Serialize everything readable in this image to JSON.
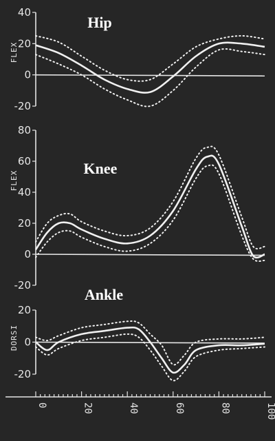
{
  "chart_data": [
    {
      "type": "line",
      "title": "Hip",
      "ylabel": "FLEX",
      "ylim": [
        -20,
        40
      ],
      "yticks": [
        "40",
        "20",
        "0",
        "-20"
      ],
      "x": [
        0,
        10,
        20,
        30,
        40,
        50,
        60,
        70,
        80,
        90,
        100
      ],
      "series": [
        {
          "role": "mean",
          "values": [
            19,
            14,
            6,
            -3,
            -9,
            -11,
            -1,
            12,
            20,
            20,
            18
          ]
        },
        {
          "role": "upper",
          "values": [
            25,
            21,
            12,
            3,
            -3,
            -3,
            7,
            18,
            23,
            25,
            23
          ]
        },
        {
          "role": "lower",
          "values": [
            13,
            7,
            0,
            -9,
            -16,
            -20,
            -10,
            5,
            16,
            15,
            13
          ]
        }
      ]
    },
    {
      "type": "line",
      "title": "Knee",
      "ylabel": "FLEX",
      "ylim": [
        -20,
        80
      ],
      "yticks": [
        "80",
        "60",
        "40",
        "20",
        "0",
        "-20"
      ],
      "x": [
        0,
        5,
        10,
        15,
        20,
        30,
        40,
        50,
        60,
        70,
        75,
        80,
        90,
        95,
        100
      ],
      "series": [
        {
          "role": "mean",
          "values": [
            3,
            14,
            20,
            20,
            16,
            10,
            7,
            12,
            28,
            55,
            63,
            58,
            18,
            -1,
            0
          ]
        },
        {
          "role": "upper",
          "values": [
            8,
            20,
            25,
            26,
            21,
            15,
            12,
            17,
            34,
            62,
            69,
            64,
            24,
            5,
            5
          ]
        },
        {
          "role": "lower",
          "values": [
            -2,
            8,
            14,
            15,
            11,
            5,
            2,
            7,
            22,
            49,
            57,
            52,
            12,
            -3,
            -4
          ]
        }
      ]
    },
    {
      "type": "line",
      "title": "Ankle",
      "ylabel": "DORSI",
      "ylim": [
        -20,
        20
      ],
      "yticks": [
        "20",
        "0",
        "-20"
      ],
      "x": [
        0,
        5,
        10,
        20,
        30,
        40,
        45,
        50,
        55,
        60,
        65,
        70,
        80,
        90,
        100
      ],
      "series": [
        {
          "role": "mean",
          "values": [
            0,
            -5,
            0,
            5,
            7,
            9,
            8,
            0,
            -10,
            -19,
            -14,
            -5,
            -2,
            -2,
            -1
          ]
        },
        {
          "role": "upper",
          "values": [
            3,
            1,
            4,
            9,
            11,
            13,
            12,
            5,
            -2,
            -14,
            -8,
            0,
            2,
            2,
            3
          ]
        },
        {
          "role": "lower",
          "values": [
            -3,
            -8,
            -4,
            1,
            3,
            5,
            3,
            -5,
            -15,
            -24,
            -18,
            -9,
            -5,
            -4,
            -3
          ]
        }
      ]
    }
  ],
  "x_axis": {
    "xlim": [
      0,
      100
    ],
    "tick_labels": [
      "0",
      "20",
      "40",
      "60",
      "80",
      "100"
    ],
    "tick_values": [
      0,
      20,
      40,
      60,
      80,
      100
    ],
    "minor_step": 2
  },
  "colors": {
    "background": "#262626",
    "line": "#f0f0f0",
    "text": "#ffffff"
  }
}
